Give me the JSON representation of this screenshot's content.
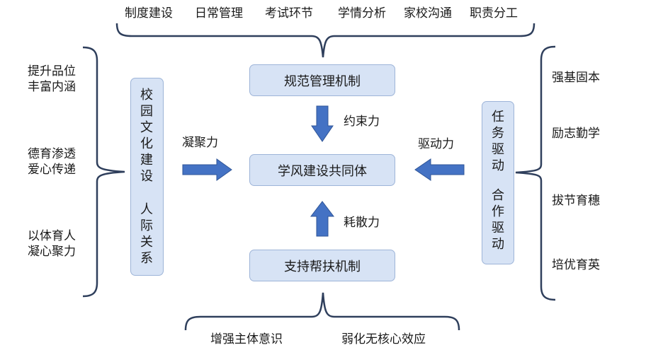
{
  "top_items": [
    "制度建设",
    "日常管理",
    "考试环节",
    "学情分析",
    "家校沟通",
    "职责分工"
  ],
  "left_items": [
    {
      "line1": "提升品位",
      "line2": "丰富内涵"
    },
    {
      "line1": "德育渗透",
      "line2": "爱心传递"
    },
    {
      "line1": "以体育人",
      "line2": "凝心聚力"
    }
  ],
  "right_items": [
    "强基固本",
    "励志勤学",
    "拔节育穗",
    "培优育英"
  ],
  "bottom_items": [
    "增强主体意识",
    "弱化无核心效应"
  ],
  "left_box": {
    "col1": "校园文化建设",
    "col2": "人际关系"
  },
  "right_box": {
    "col1": "任务驱动",
    "col2": "合作驱动"
  },
  "top_box": "规范管理机制",
  "center_box": "学风建设共同体",
  "bottom_box": "支持帮扶机制",
  "forces": {
    "top": "约束力",
    "left": "凝聚力",
    "right": "驱动力",
    "bottom": "耗散力"
  },
  "colors": {
    "box_fill": "#d7e3f5",
    "box_border": "#9db4d8",
    "arrow": "#4472c4",
    "brace": "#2f3f5c"
  }
}
